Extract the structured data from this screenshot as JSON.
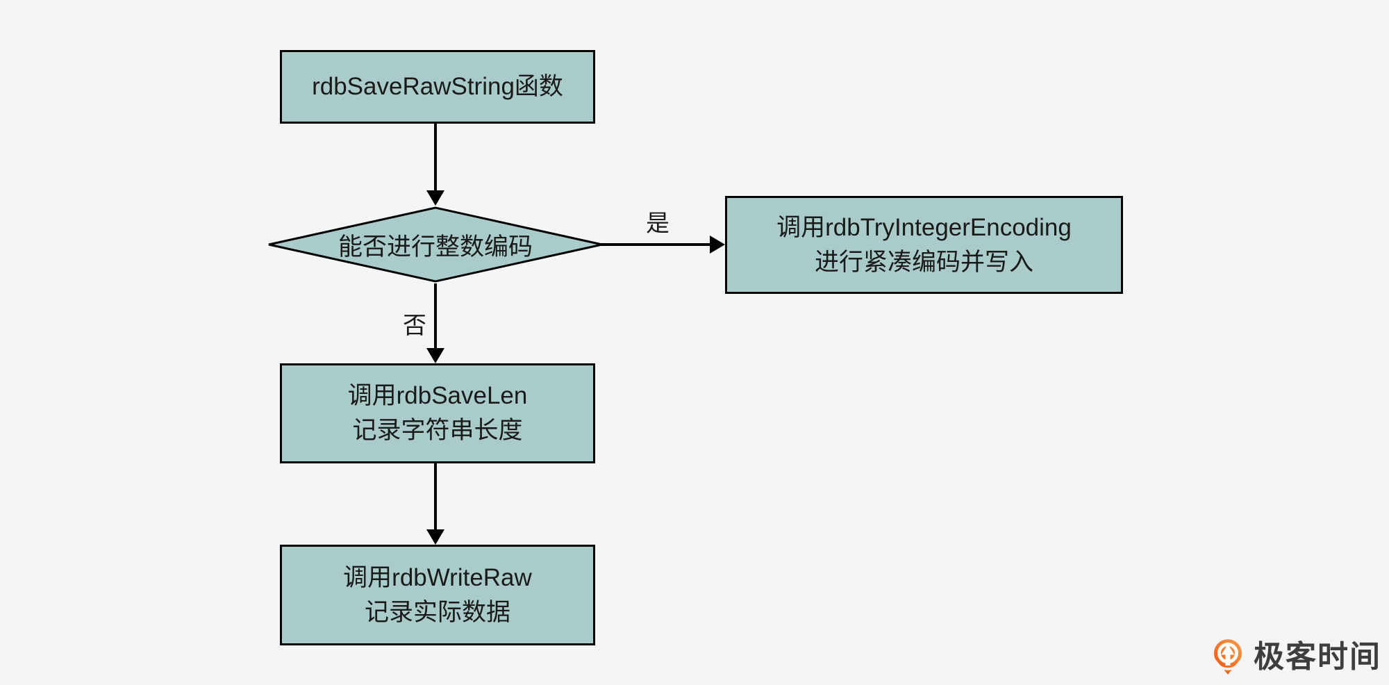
{
  "flowchart": {
    "nodes": {
      "start": {
        "label": "rdbSaveRawString函数"
      },
      "decision": {
        "label": "能否进行整数编码"
      },
      "integer_encoding": {
        "lines": [
          "调用rdbTryIntegerEncoding",
          "进行紧凑编码并写入"
        ]
      },
      "save_len": {
        "lines": [
          "调用rdbSaveLen",
          "记录字符串长度"
        ]
      },
      "write_raw": {
        "lines": [
          "调用rdbWriteRaw",
          "记录实际数据"
        ]
      }
    },
    "edge_labels": {
      "yes": "是",
      "no": "否"
    }
  },
  "branding": {
    "logo_icon": "geektime-pin-icon",
    "logo_text": "极客时间"
  },
  "colors": {
    "background": "#f4f5f6",
    "node_fill": "#a9ccca",
    "node_border": "#000000",
    "line": "#000000",
    "text": "#1a1a1a",
    "logo_orange_start": "#ee5410",
    "logo_orange_end": "#ff9a45",
    "logo_text_color": "#3e3e3e"
  }
}
